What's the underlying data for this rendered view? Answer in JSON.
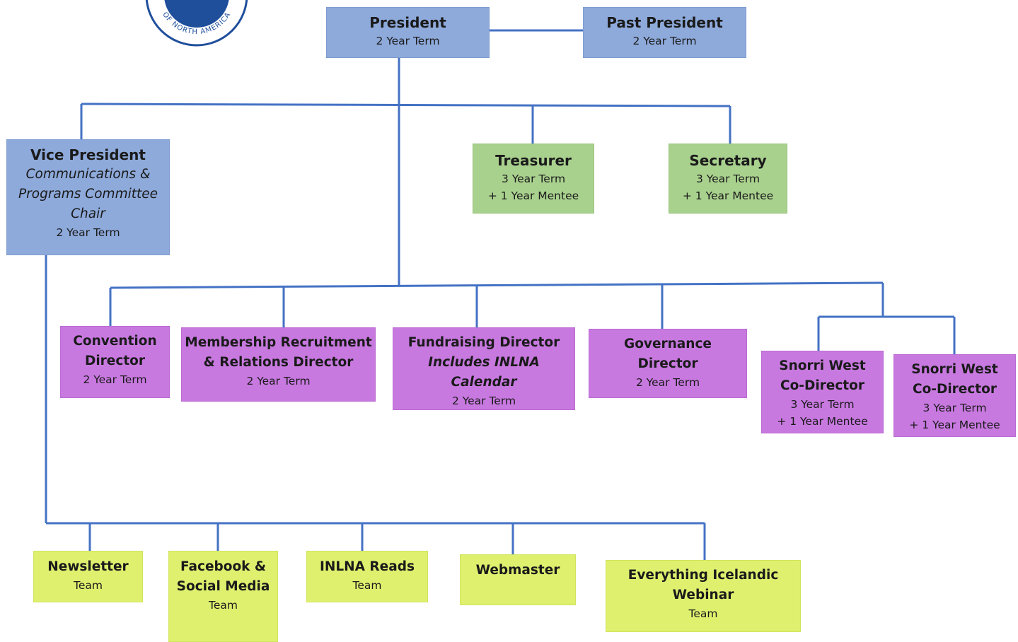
{
  "colors": {
    "connector": "#4472c4",
    "officer": "#8eaadb",
    "board": "#a9d18e",
    "director": "#c879e0",
    "team": "#dff06f"
  },
  "logo": {
    "arc_text": "OF NORTH AMERICA"
  },
  "officers": {
    "president": {
      "title": "President",
      "term": "2 Year Term"
    },
    "past_president": {
      "title": "Past President",
      "term": "2 Year Term"
    },
    "vice_president": {
      "title": "Vice President",
      "role_line1": "Communications &",
      "role_line2": "Programs Committee",
      "role_line3": "Chair",
      "term": "2 Year Term"
    },
    "treasurer": {
      "title": "Treasurer",
      "term": "3 Year Term",
      "mentee": "+ 1 Year Mentee"
    },
    "secretary": {
      "title": "Secretary",
      "term": "3 Year Term",
      "mentee": "+ 1 Year Mentee"
    }
  },
  "directors": {
    "convention": {
      "line1": "Convention",
      "line2": "Director",
      "term": "2 Year Term"
    },
    "membership": {
      "line1": "Membership Recruitment",
      "line2": "& Relations Director",
      "term": "2 Year Term"
    },
    "fundraising": {
      "line1": "Fundraising Director",
      "note1": "Includes INLNA",
      "note2": "Calendar",
      "term": "2 Year Term"
    },
    "governance": {
      "line1": "Governance",
      "line2": "Director",
      "term": "2 Year Term"
    },
    "snorri_1": {
      "line1": "Snorri West",
      "line2": "Co-Director",
      "term": "3 Year Term",
      "mentee": "+ 1 Year Mentee"
    },
    "snorri_2": {
      "line1": "Snorri West",
      "line2": "Co-Director",
      "term": "3 Year Term",
      "mentee": "+ 1 Year Mentee"
    }
  },
  "teams": {
    "newsletter": {
      "line1": "Newsletter",
      "sub": "Team"
    },
    "facebook": {
      "line1": "Facebook &",
      "line2": "Social Media",
      "sub": "Team"
    },
    "reads": {
      "line1": "INLNA Reads",
      "sub": "Team"
    },
    "webmaster": {
      "line1": "Webmaster"
    },
    "webinar": {
      "line1": "Everything Icelandic",
      "line2": "Webinar",
      "sub": "Team"
    }
  }
}
